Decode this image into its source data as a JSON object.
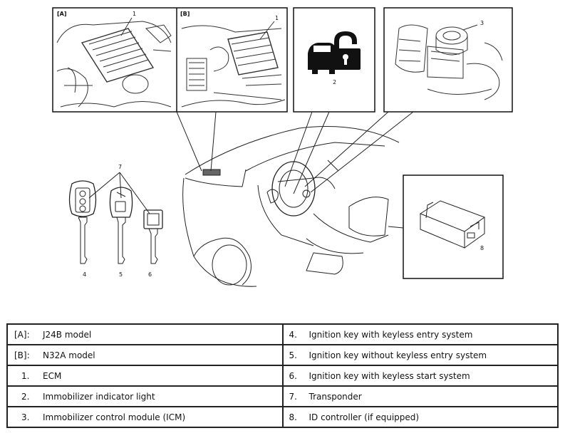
{
  "figure": {
    "panel_a_tag": "[A]",
    "panel_b_tag": "[B]",
    "callouts": {
      "ecm_a": "1",
      "ecm_b": "1",
      "indicator": "2",
      "icm": "3",
      "key_keyless_entry": "4",
      "key_without_keyless": "5",
      "key_keyless_start": "6",
      "transponder": "7",
      "id_controller": "8"
    }
  },
  "legend": {
    "rows": [
      {
        "left_key": "[A]:",
        "left_text": "J24B model",
        "right_key": "4.",
        "right_text": "Ignition key with keyless entry system"
      },
      {
        "left_key": "[B]:",
        "left_text": "N32A model",
        "right_key": "5.",
        "right_text": "Ignition key without keyless entry system"
      },
      {
        "left_key": "1.",
        "left_text": "ECM",
        "right_key": "6.",
        "right_text": "Ignition key with keyless start system"
      },
      {
        "left_key": "2.",
        "left_text": "Immobilizer indicator light",
        "right_key": "7.",
        "right_text": "Transponder"
      },
      {
        "left_key": "3.",
        "left_text": "Immobilizer control module (ICM)",
        "right_key": "8.",
        "right_text": "ID controller (if equipped)"
      }
    ]
  }
}
